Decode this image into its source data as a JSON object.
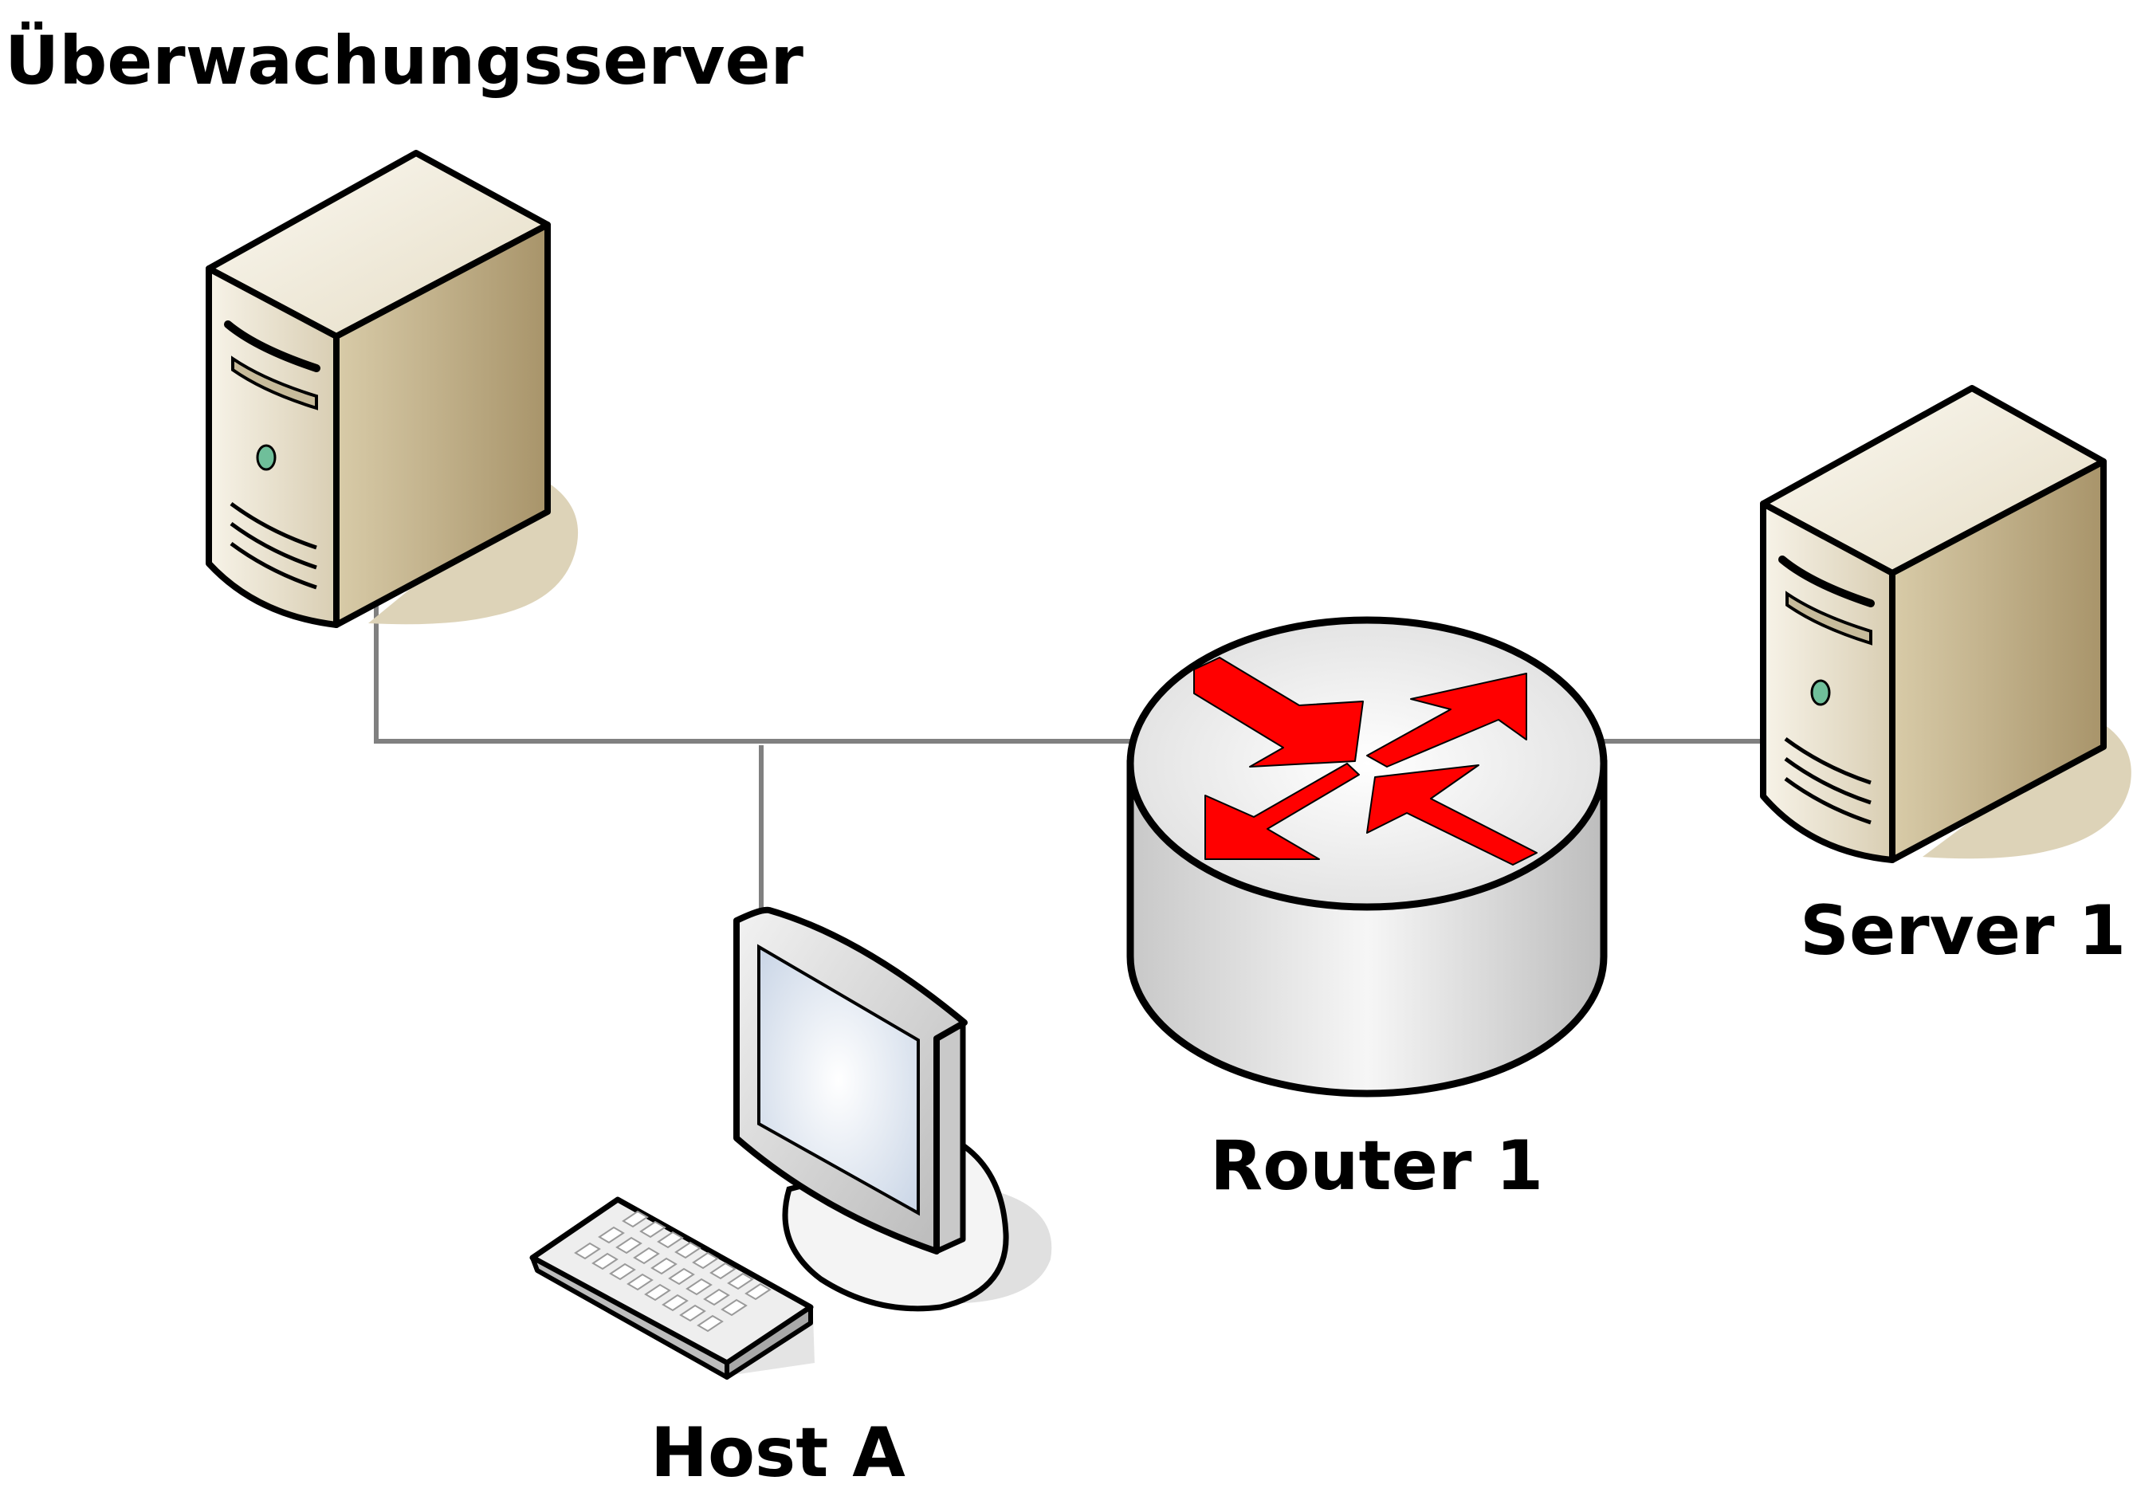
{
  "labels": {
    "monitoring_server": "Überwachungsserver",
    "server1": "Server 1",
    "router1": "Router 1",
    "host_a": "Host A"
  },
  "colors": {
    "link": "#808080",
    "outline": "#000000",
    "arrow": "#ff0000",
    "server_front": "#e8e0cc",
    "server_side": "#b9a67d",
    "router_body": "#dcdcdc",
    "screen": "#dfe7f2"
  },
  "icons": [
    "tower-server-icon",
    "router-icon",
    "workstation-icon"
  ]
}
